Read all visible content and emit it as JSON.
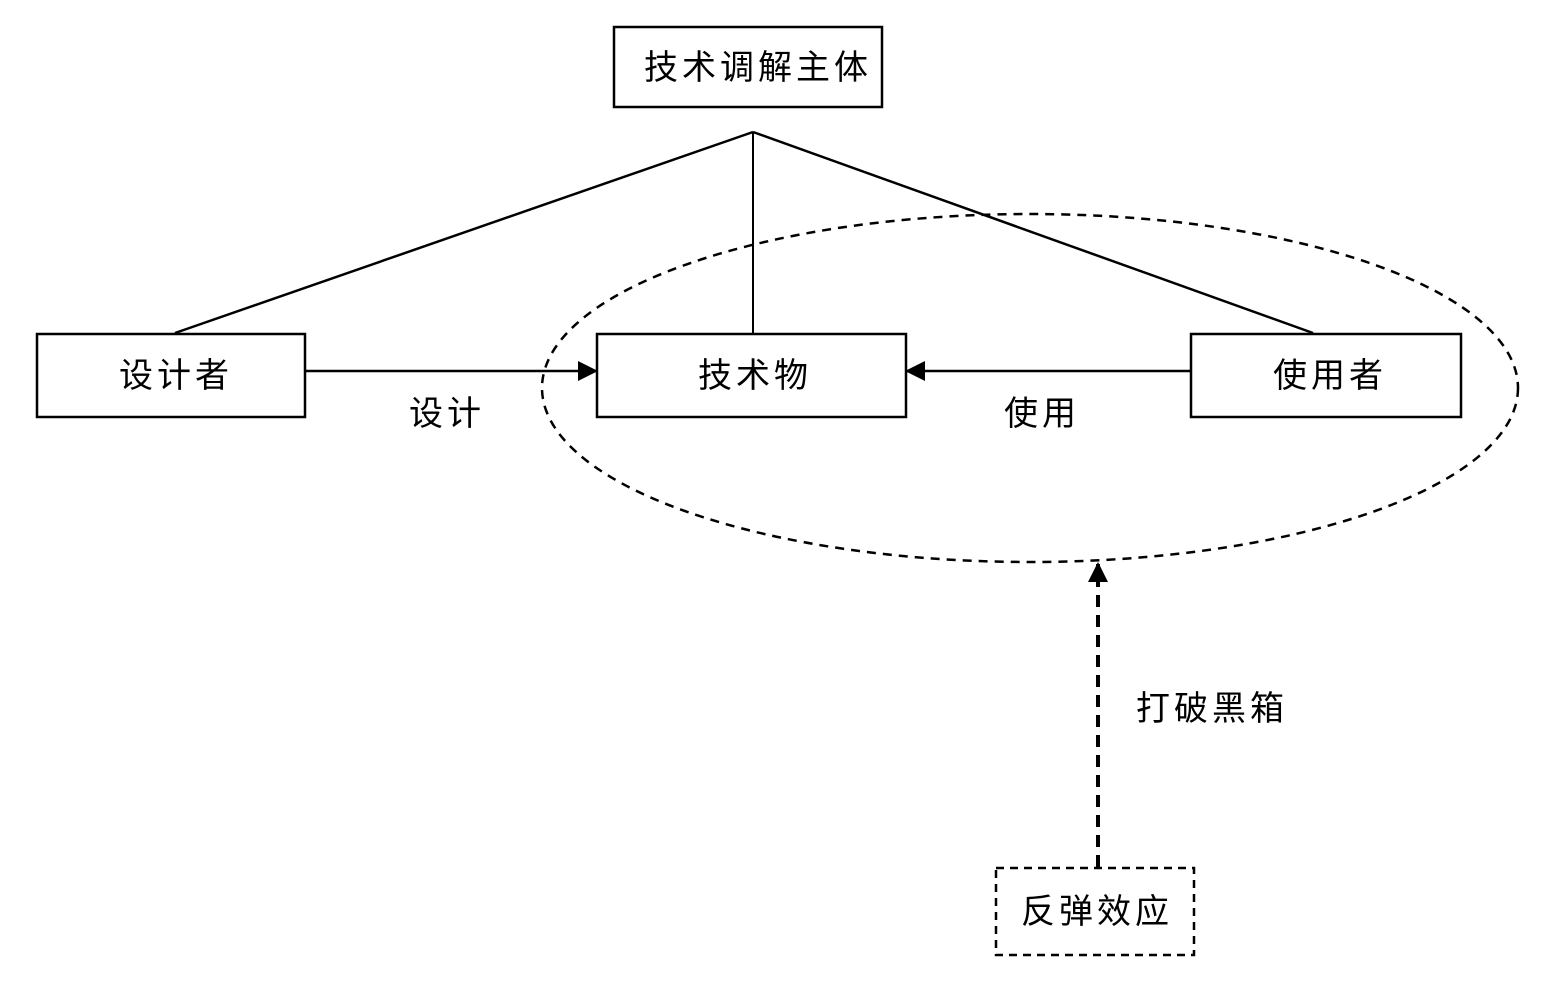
{
  "nodes": {
    "mediator": "技术调解主体",
    "designer": "设计者",
    "artifact": "技术物",
    "user": "使用者",
    "rebound": "反弹效应"
  },
  "edges": {
    "design": "设计",
    "use": "使用",
    "break_black_box": "打破黑箱"
  },
  "colors": {
    "stroke": "#000000",
    "background": "#ffffff"
  }
}
